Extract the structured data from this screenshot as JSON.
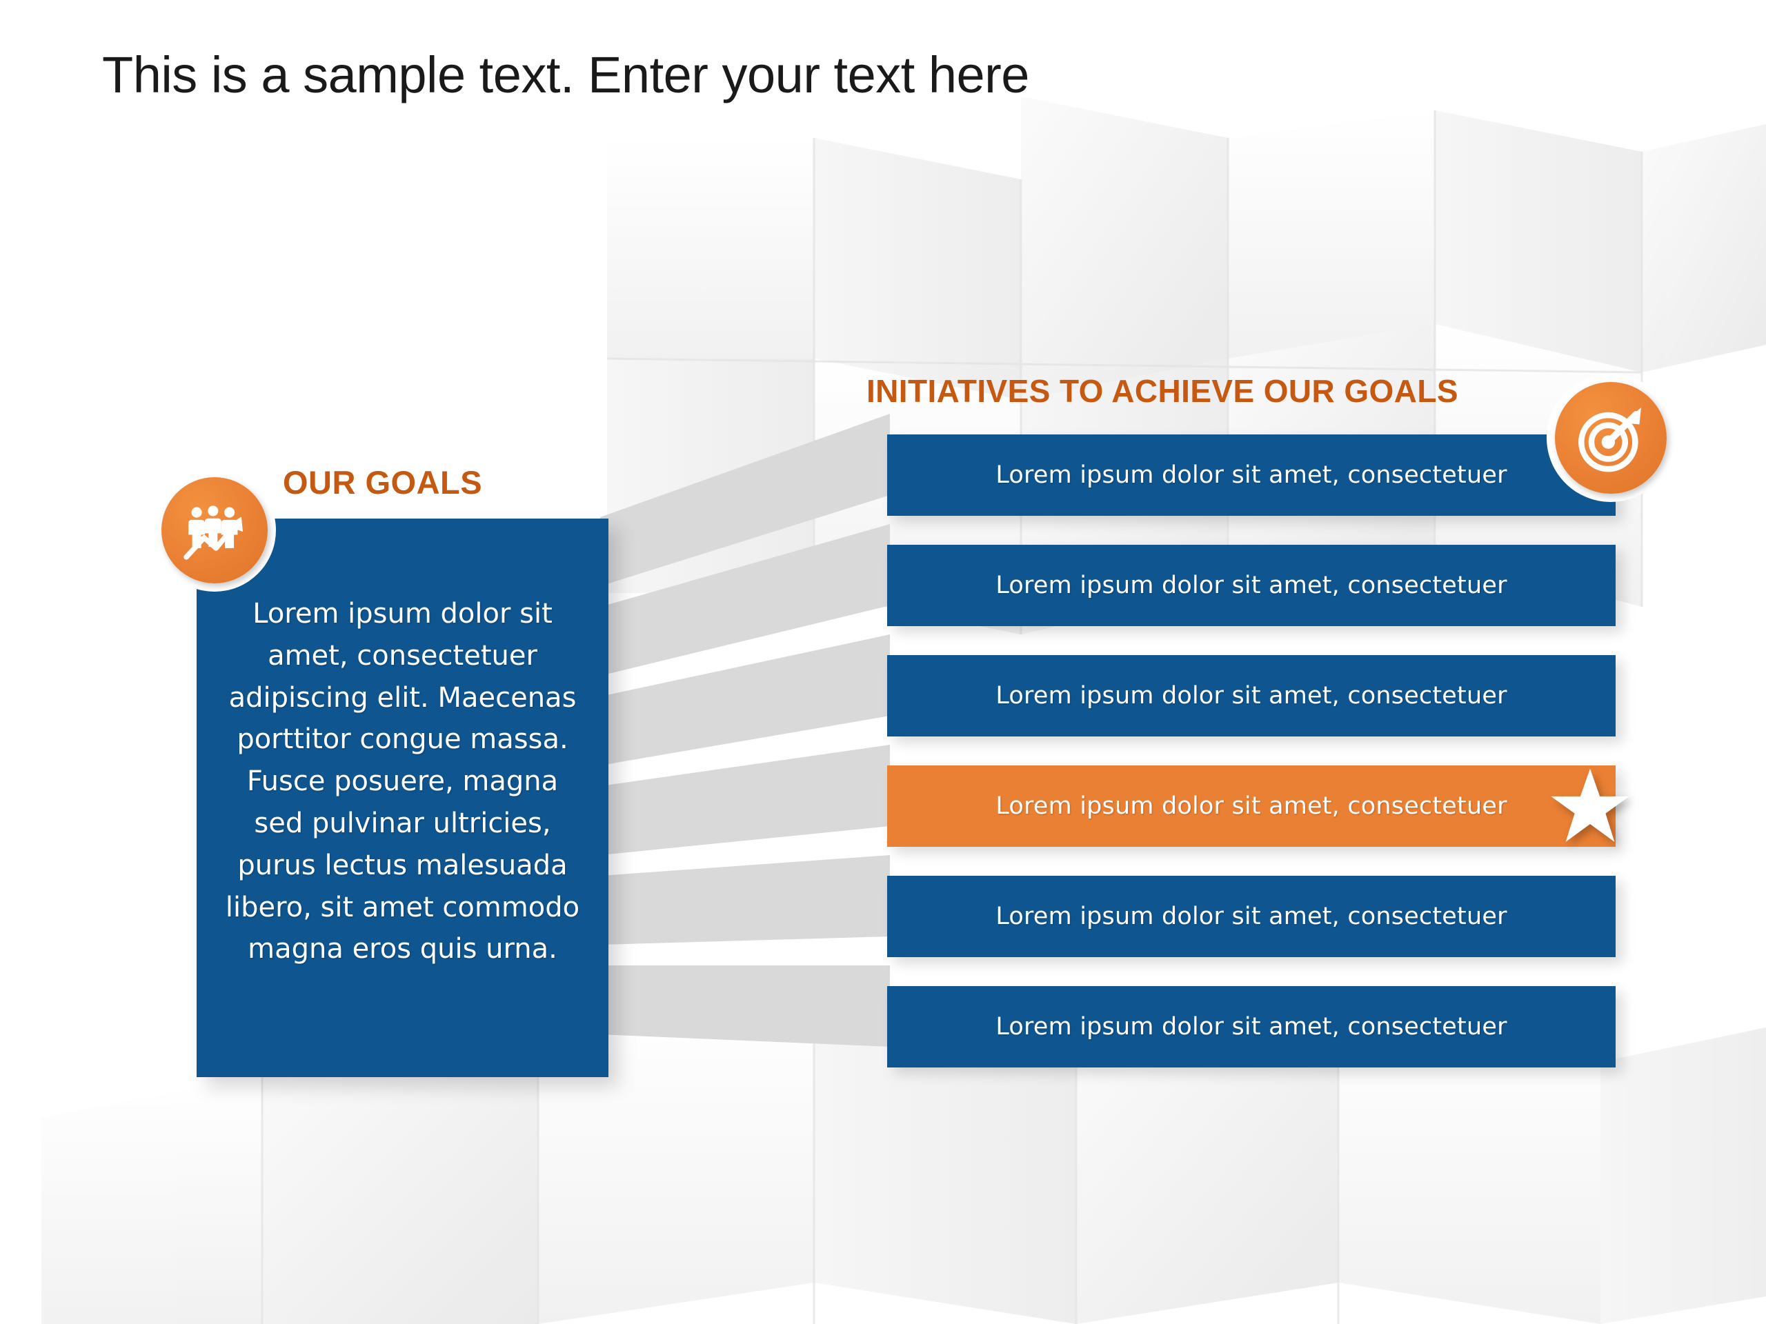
{
  "slide": {
    "title": "This is a sample text. Enter your text here",
    "background": "white-3d-cubes-pattern"
  },
  "colors": {
    "primary_blue": "#0f5590",
    "accent_orange": "#ea8034",
    "heading_orange": "#C65911",
    "ribbon_gray": "#d9d9d9",
    "text_white": "#ffffff",
    "title_black": "#1a1a1a"
  },
  "goals": {
    "heading": "OUR GOALS",
    "icon": "people-growth-chart-icon",
    "body": "Lorem ipsum dolor sit amet, consectetuer adipiscing elit. Maecenas porttitor congue massa. Fusce posuere, magna sed pulvinar ultricies, purus lectus malesuada libero, sit amet commodo magna eros quis urna."
  },
  "initiatives": {
    "heading": "INITIATIVES TO ACHIEVE OUR GOALS",
    "icon": "target-bullseye-arrow-icon",
    "highlight_icon": "star-icon",
    "items": [
      {
        "label": "Lorem ipsum dolor sit amet, consectetuer",
        "highlighted": false
      },
      {
        "label": "Lorem ipsum dolor sit amet, consectetuer",
        "highlighted": false
      },
      {
        "label": "Lorem ipsum dolor sit amet, consectetuer",
        "highlighted": false
      },
      {
        "label": "Lorem ipsum dolor sit amet, consectetuer",
        "highlighted": true
      },
      {
        "label": "Lorem ipsum dolor sit amet, consectetuer",
        "highlighted": false
      },
      {
        "label": "Lorem ipsum dolor sit amet, consectetuer",
        "highlighted": false
      }
    ]
  }
}
